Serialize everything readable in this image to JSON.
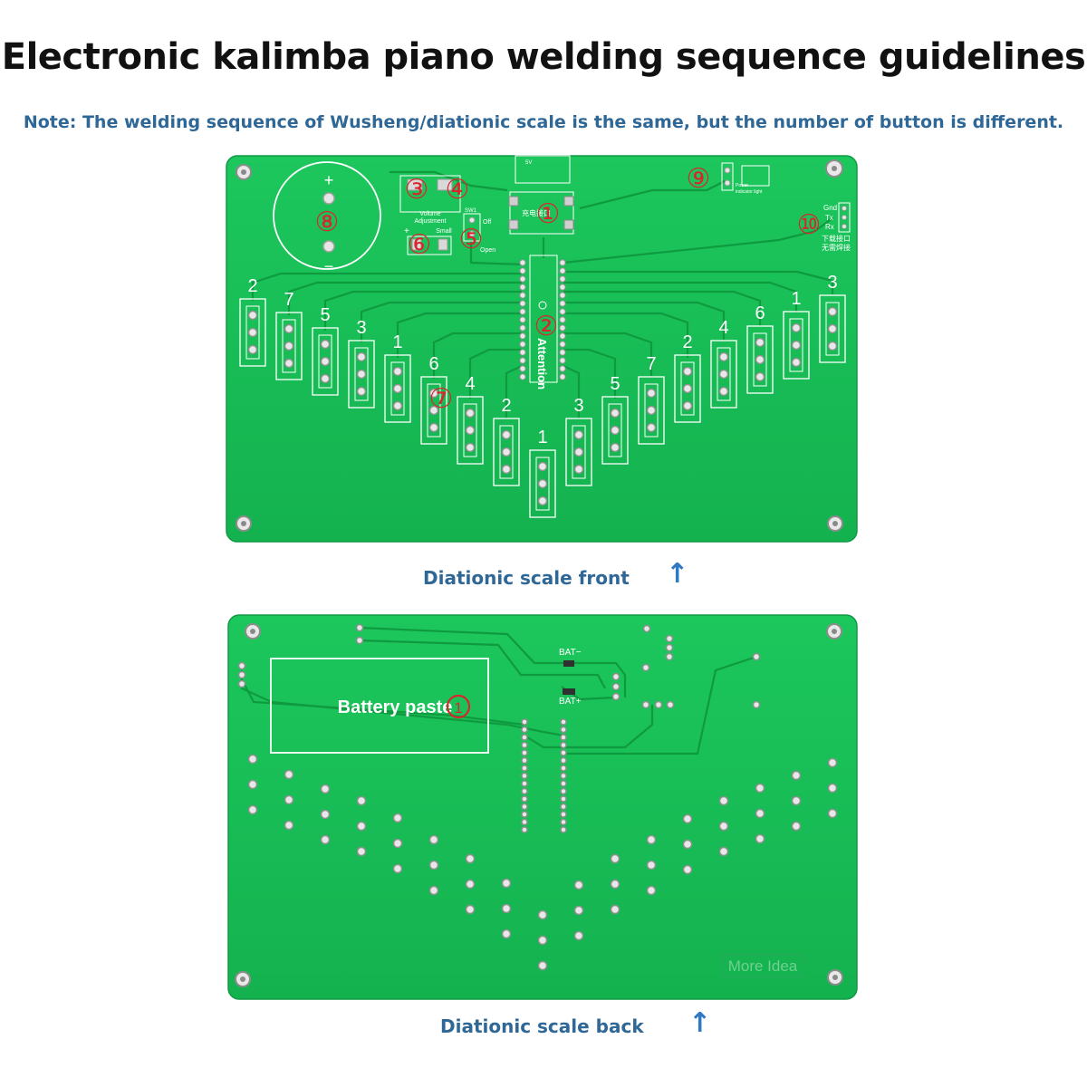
{
  "title": "Electronic kalimba piano welding sequence guidelines",
  "note": "Note: The welding sequence of Wusheng/diationic scale is the same, but the number of button is different.",
  "front": {
    "caption": "Diationic scale front",
    "arrow": "↑",
    "markers": [
      "①",
      "②",
      "③",
      "④",
      "⑤",
      "⑥",
      "⑦",
      "⑧",
      "⑨",
      "⑩"
    ],
    "labels": {
      "plus": "+",
      "minus": "−",
      "volume_line1": "Volume",
      "volume_line2": "Adjustment",
      "small": "Small",
      "off": "Off",
      "open": "Open",
      "sw": "SW1",
      "attention": "Attention",
      "gnd": "Gnd",
      "tx": "Tx",
      "rx": "Rx",
      "download_line1": "下载接口",
      "download_line2": "无需焊接",
      "power_line1": "Power",
      "power_line2": "indicator light",
      "vcc": "5V",
      "cap_label": "充电接口"
    },
    "notes": [
      "2",
      "7",
      "5",
      "3",
      "1",
      "6",
      "4",
      "2",
      "1",
      "3",
      "5",
      "7",
      "2",
      "4",
      "6",
      "1",
      "3"
    ]
  },
  "back": {
    "caption": "Diationic scale back",
    "arrow": "↑",
    "battery": "Battery paste",
    "marker": "①",
    "bat_minus": "BAT−",
    "bat_plus": "BAT+",
    "watermark": "More Idea"
  },
  "colors": {
    "pcb": "#17bd55",
    "pcb_edge": "#109a44",
    "silk": "#ffffff",
    "marker": "#d8262c",
    "caption": "#2f6796"
  }
}
